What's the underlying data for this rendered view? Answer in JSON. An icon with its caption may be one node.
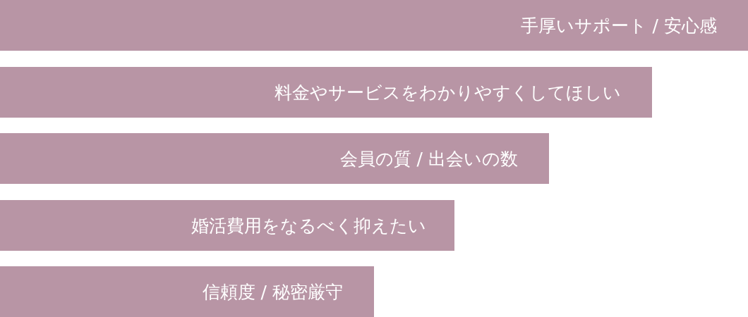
{
  "diagram": {
    "nodes": [
      {
        "text": [
          "手厚いサポート / 安心感"
        ]
      },
      {
        "text": [
          "料金やサービスをわかりやすくしてほしい"
        ]
      },
      {
        "text": [
          "会員の質 / 出会いの数"
        ]
      },
      {
        "text": [
          "婚活費用をなるべく抑えたい"
        ]
      },
      {
        "text": [
          "信頼度 / 秘密厳守"
        ]
      }
    ]
  }
}
